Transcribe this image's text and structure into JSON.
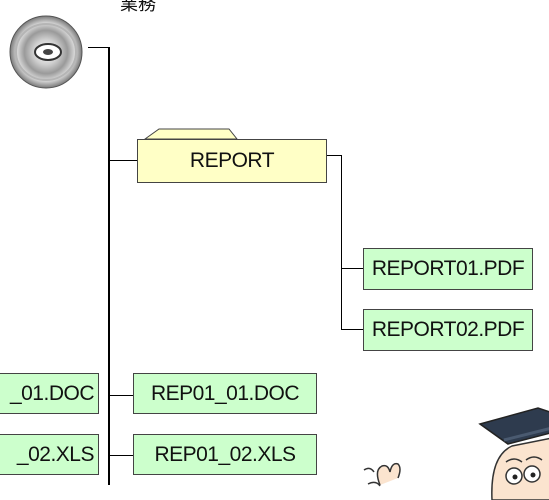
{
  "top_label": "業務",
  "tree": {
    "root_icon": "cd-disc-icon",
    "folder": {
      "label": "REPORT",
      "icon": "folder-icon"
    },
    "folder_files": [
      {
        "label": "REPORT01.PDF"
      },
      {
        "label": "REPORT02.PDF"
      }
    ],
    "root_files": [
      {
        "label": "REP01_01.DOC"
      },
      {
        "label": "REP01_02.XLS"
      }
    ],
    "left_clipped_files": [
      {
        "label": "_01.DOC"
      },
      {
        "label": "_02.XLS"
      }
    ]
  },
  "colors": {
    "file_box": "#ccffcc",
    "folder_box": "#ffffc6",
    "line": "#000000"
  },
  "decoration_icon": "scholar-character-icon"
}
